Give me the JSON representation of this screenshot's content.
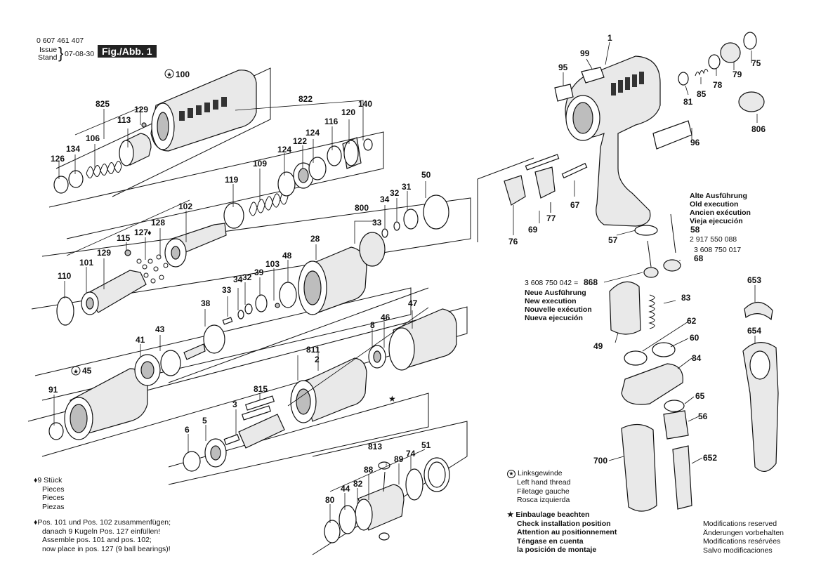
{
  "header": {
    "doc_number": "0 607 461 407",
    "issue_label": "Issue",
    "stand_label": "Stand",
    "issue_date": "07-08-30",
    "figure": "Fig./Abb. 1"
  },
  "legend": {
    "diamond_lines": [
      "9 Stück",
      "Pieces",
      "Pieces",
      "Piezas"
    ],
    "assembly_note": [
      "Pos. 101 und Pos. 102 zusammenfügen;",
      "danach 9 Kugeln Pos. 127 einfüllen!",
      "Assemble pos. 101 and pos. 102;",
      "now place in pos. 127 (9 ball bearings)!"
    ],
    "left_hand_thread": [
      "Linksgewinde",
      "Left hand thread",
      "Filetage gauche",
      "Rosca izquierda"
    ],
    "install_position": [
      "Einbaulage beachten",
      "Check installation position",
      "Attention au positionnement",
      "Téngase en cuenta",
      "la posición de montaje"
    ],
    "modifications": [
      "Modifications reserved",
      "Änderungen vorbehalten",
      "Modifications resérvées",
      "Salvo modificaciones"
    ]
  },
  "old_execution": [
    "Alte Ausführung",
    "Old execution",
    "Ancien exécution",
    "Vieja ejecución"
  ],
  "new_execution": [
    "Neue Ausführung",
    "New execution",
    "Nouvelle exécution",
    "Nueva ejecución"
  ],
  "part_codes": {
    "code_58": "2 917 550 088",
    "code_68": "3 608 750 017",
    "code_868": "3 608 750 042 ="
  },
  "callouts": [
    {
      "id": "c100",
      "text": "100"
    },
    {
      "id": "c825",
      "text": "825"
    },
    {
      "id": "c129a",
      "text": "129"
    },
    {
      "id": "c113",
      "text": "113"
    },
    {
      "id": "c106",
      "text": "106"
    },
    {
      "id": "c134",
      "text": "134"
    },
    {
      "id": "c126",
      "text": "126"
    },
    {
      "id": "c822",
      "text": "822"
    },
    {
      "id": "c140",
      "text": "140"
    },
    {
      "id": "c120",
      "text": "120"
    },
    {
      "id": "c116",
      "text": "116"
    },
    {
      "id": "c124a",
      "text": "124"
    },
    {
      "id": "c122",
      "text": "122"
    },
    {
      "id": "c124b",
      "text": "124"
    },
    {
      "id": "c109",
      "text": "109"
    },
    {
      "id": "c119",
      "text": "119"
    },
    {
      "id": "c102",
      "text": "102"
    },
    {
      "id": "c128",
      "text": "128"
    },
    {
      "id": "c127",
      "text": "127"
    },
    {
      "id": "c115",
      "text": "115"
    },
    {
      "id": "c129b",
      "text": "129"
    },
    {
      "id": "c101",
      "text": "101"
    },
    {
      "id": "c110",
      "text": "110"
    },
    {
      "id": "c50",
      "text": "50"
    },
    {
      "id": "c800",
      "text": "800"
    },
    {
      "id": "c34a",
      "text": "34"
    },
    {
      "id": "c32a",
      "text": "32"
    },
    {
      "id": "c31",
      "text": "31"
    },
    {
      "id": "c33a",
      "text": "33"
    },
    {
      "id": "c28",
      "text": "28"
    },
    {
      "id": "c48",
      "text": "48"
    },
    {
      "id": "c103",
      "text": "103"
    },
    {
      "id": "c39",
      "text": "39"
    },
    {
      "id": "c34b",
      "text": "34"
    },
    {
      "id": "c32b",
      "text": "32"
    },
    {
      "id": "c33b",
      "text": "33"
    },
    {
      "id": "c38",
      "text": "38"
    },
    {
      "id": "c47",
      "text": "47"
    },
    {
      "id": "c46",
      "text": "46"
    },
    {
      "id": "c8",
      "text": "8"
    },
    {
      "id": "c811",
      "text": "811"
    },
    {
      "id": "c2",
      "text": "2"
    },
    {
      "id": "c43",
      "text": "43"
    },
    {
      "id": "c41",
      "text": "41"
    },
    {
      "id": "c45",
      "text": "45"
    },
    {
      "id": "c91",
      "text": "91"
    },
    {
      "id": "c815",
      "text": "815"
    },
    {
      "id": "c3",
      "text": "3"
    },
    {
      "id": "c6",
      "text": "6"
    },
    {
      "id": "c5",
      "text": "5"
    },
    {
      "id": "c813",
      "text": "813"
    },
    {
      "id": "c51",
      "text": "51"
    },
    {
      "id": "c74",
      "text": "74"
    },
    {
      "id": "c89",
      "text": "89"
    },
    {
      "id": "c88",
      "text": "88"
    },
    {
      "id": "c82",
      "text": "82"
    },
    {
      "id": "c44",
      "text": "44"
    },
    {
      "id": "c80",
      "text": "80"
    },
    {
      "id": "c1",
      "text": "1"
    },
    {
      "id": "c99",
      "text": "99"
    },
    {
      "id": "c95",
      "text": "95"
    },
    {
      "id": "c75",
      "text": "75"
    },
    {
      "id": "c79",
      "text": "79"
    },
    {
      "id": "c78",
      "text": "78"
    },
    {
      "id": "c85",
      "text": "85"
    },
    {
      "id": "c81",
      "text": "81"
    },
    {
      "id": "c806",
      "text": "806"
    },
    {
      "id": "c96",
      "text": "96"
    },
    {
      "id": "c67",
      "text": "67"
    },
    {
      "id": "c69",
      "text": "69"
    },
    {
      "id": "c77",
      "text": "77"
    },
    {
      "id": "c76",
      "text": "76"
    },
    {
      "id": "c57",
      "text": "57"
    },
    {
      "id": "c58",
      "text": "58"
    },
    {
      "id": "c68",
      "text": "68"
    },
    {
      "id": "c868",
      "text": "868"
    },
    {
      "id": "c83",
      "text": "83"
    },
    {
      "id": "c49",
      "text": "49"
    },
    {
      "id": "c62",
      "text": "62"
    },
    {
      "id": "c60",
      "text": "60"
    },
    {
      "id": "c84",
      "text": "84"
    },
    {
      "id": "c65",
      "text": "65"
    },
    {
      "id": "c56",
      "text": "56"
    },
    {
      "id": "c700",
      "text": "700"
    },
    {
      "id": "c652",
      "text": "652"
    },
    {
      "id": "c653",
      "text": "653"
    },
    {
      "id": "c654",
      "text": "654"
    }
  ]
}
